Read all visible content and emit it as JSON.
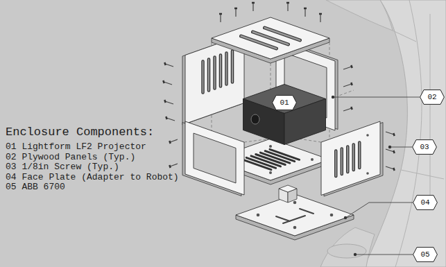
{
  "diagram": {
    "title": "Enclosure Components:",
    "nodes": [
      {
        "text": [
          "01"
        ]
      },
      {
        "text": [
          "02"
        ]
      },
      {
        "text": [
          "03"
        ]
      },
      {
        "text": [
          "04"
        ]
      },
      {
        "text": [
          "05"
        ]
      }
    ],
    "labels": [
      "01 Lightform LF2 Projector",
      "02 Plywood Panels (Typ.)",
      "03 1/8in Screw (Typ.)",
      "04 Face Plate (Adapter to Robot)",
      "05 ABB 6700"
    ]
  }
}
